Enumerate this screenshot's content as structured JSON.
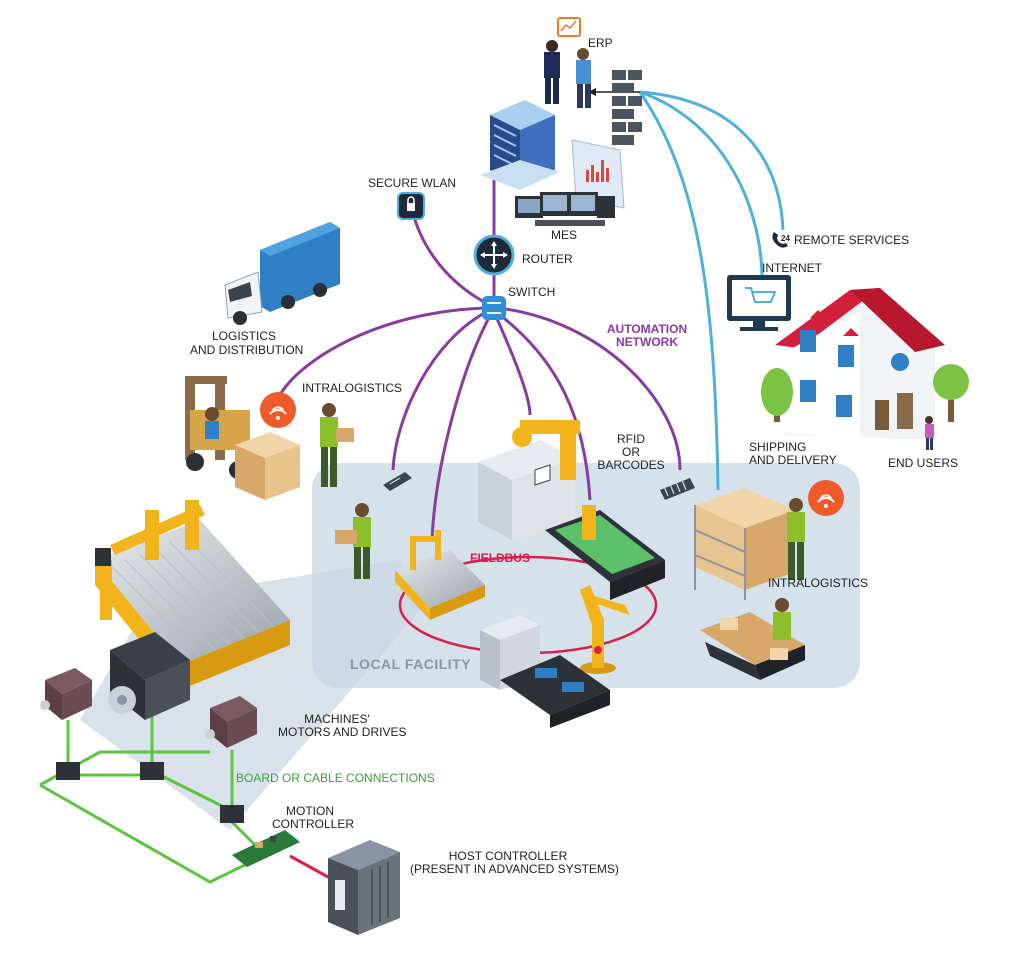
{
  "labels": {
    "erp": "ERP",
    "secure_wlan": "SECURE WLAN",
    "mes": "MES",
    "router": "ROUTER",
    "switch": "SWITCH",
    "remote_services": "REMOTE SERVICES",
    "remote_badge": "24",
    "internet": "INTERNET",
    "logistics_line1": "LOGISTICS",
    "logistics_line2": "AND DISTRIBUTION",
    "automation_line1": "AUTOMATION",
    "automation_line2": "NETWORK",
    "intralogistics_top": "INTRALOGISTICS",
    "rfid_line1": "RFID",
    "rfid_line2": "OR",
    "rfid_line3": "BARCODES",
    "shipping_line1": "SHIPPING",
    "shipping_line2": "AND DELIVERY",
    "end_users": "END USERS",
    "fieldbus": "FIELDBUS",
    "intralogistics_right": "INTRALOGISTICS",
    "local_facility": "LOCAL FACILITY",
    "motors_line1": "MACHINES'",
    "motors_line2": "MOTORS AND DRIVES",
    "board_connections": "BOARD OR CABLE CONNECTIONS",
    "motion_line1": "MOTION",
    "motion_line2": "CONTROLLER",
    "host_line1": "HOST CONTROLLER",
    "host_line2": "(PRESENT IN ADVANCED SYSTEMS)"
  },
  "colors": {
    "automation_network": "#8a3ba0",
    "internet_link": "#4fb0dc",
    "fieldbus": "#d8204a",
    "board_connections": "#5cc43e",
    "local_facility_bg": "#d5e2ec",
    "machine_yellow": "#f2b41c",
    "host_link": "#d8204a"
  }
}
